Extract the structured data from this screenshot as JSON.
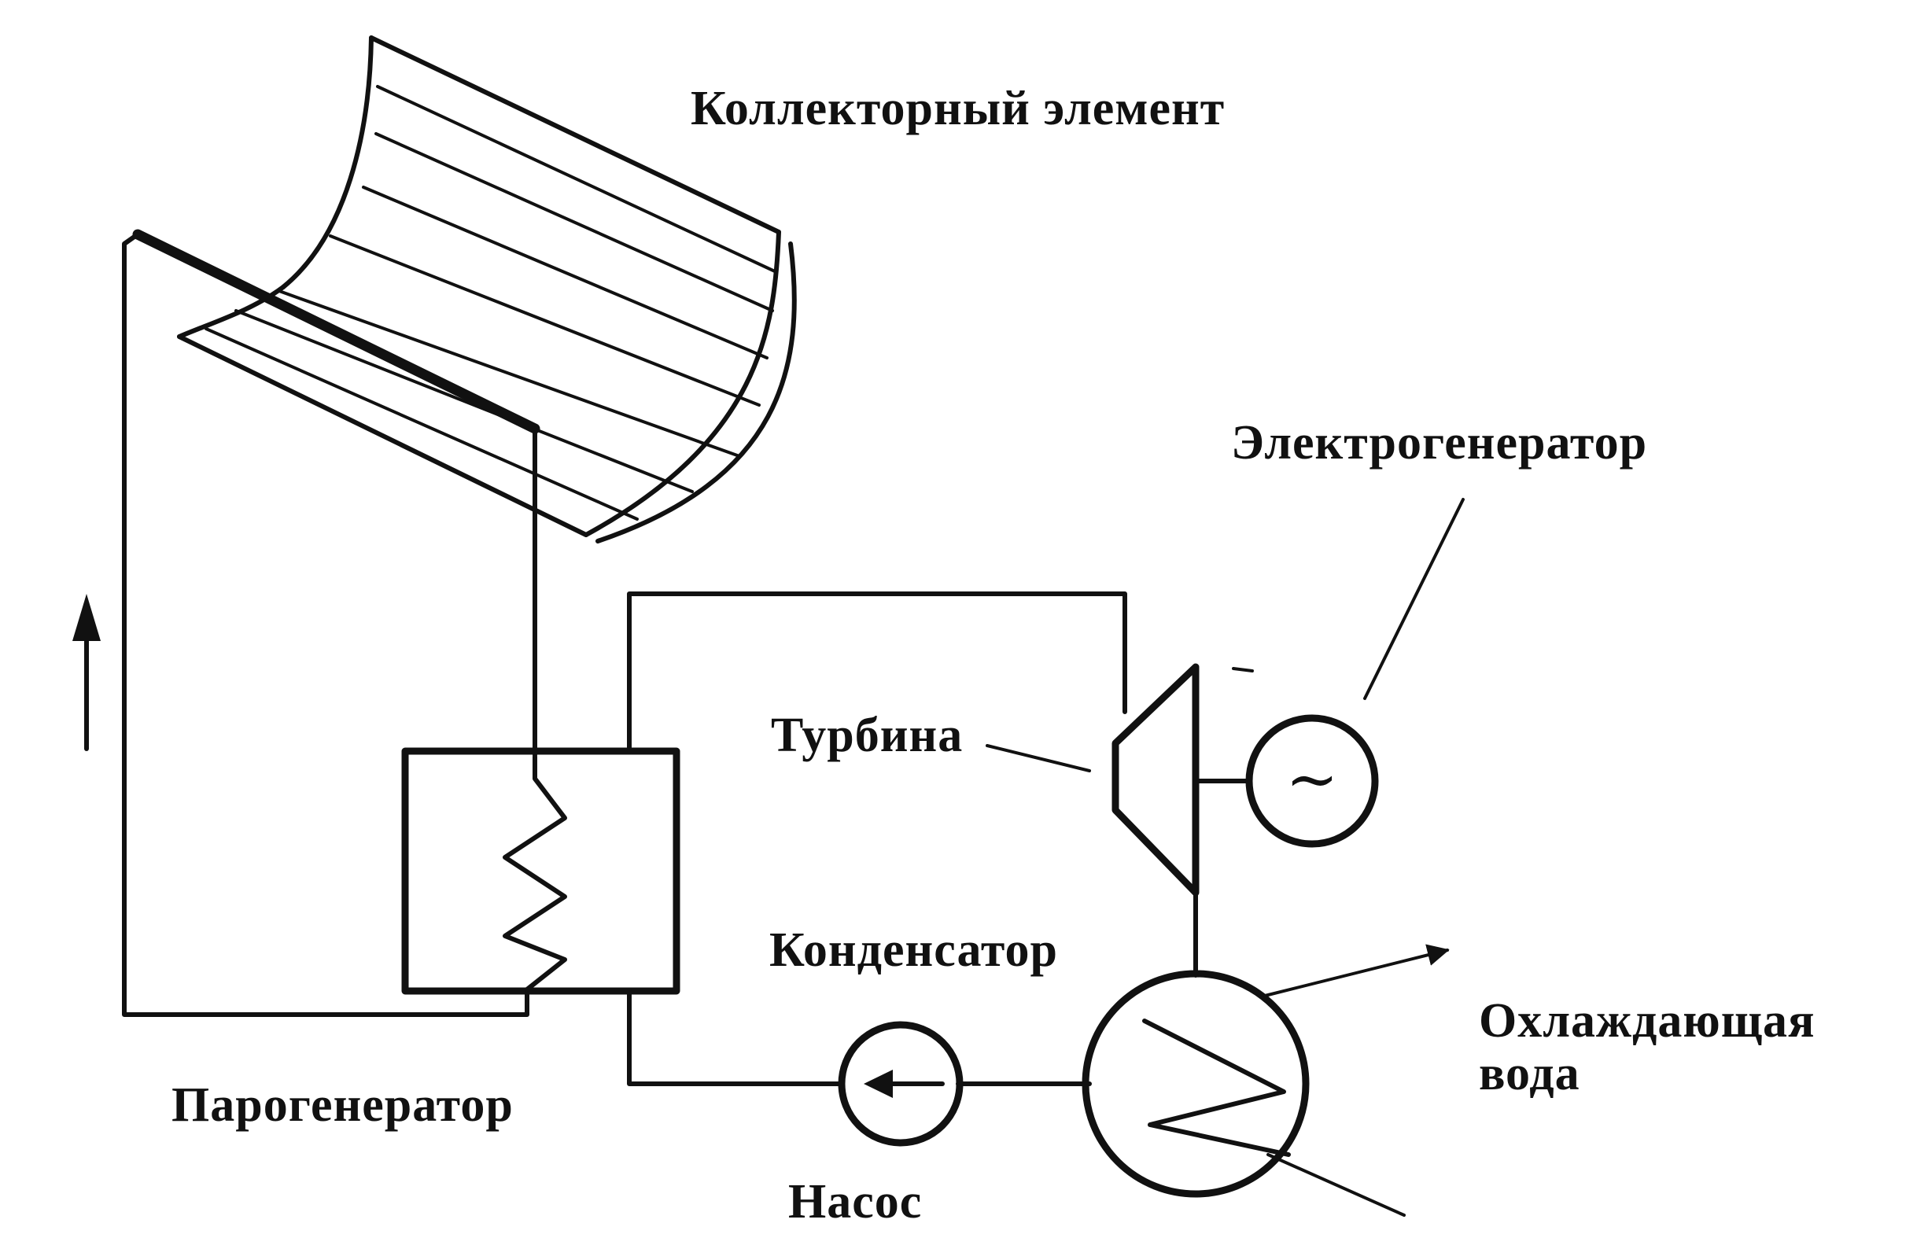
{
  "labels": {
    "collector": "Коллекторный элемент",
    "generator": "Электрогенератор",
    "turbine": "Турбина",
    "condenser": "Конденсатор",
    "cooling_water_line1": "Охлаждающая",
    "cooling_water_line2": "вода",
    "steam_generator": "Парогенератор",
    "pump": "Насос"
  },
  "generator_symbol": "~",
  "icons": {
    "flow_up": "arrow-up-icon",
    "pump_flow": "arrow-left-icon",
    "cooling_out": "arrow-right-icon"
  },
  "colors": {
    "ink": "#111111",
    "background": "#ffffff"
  }
}
